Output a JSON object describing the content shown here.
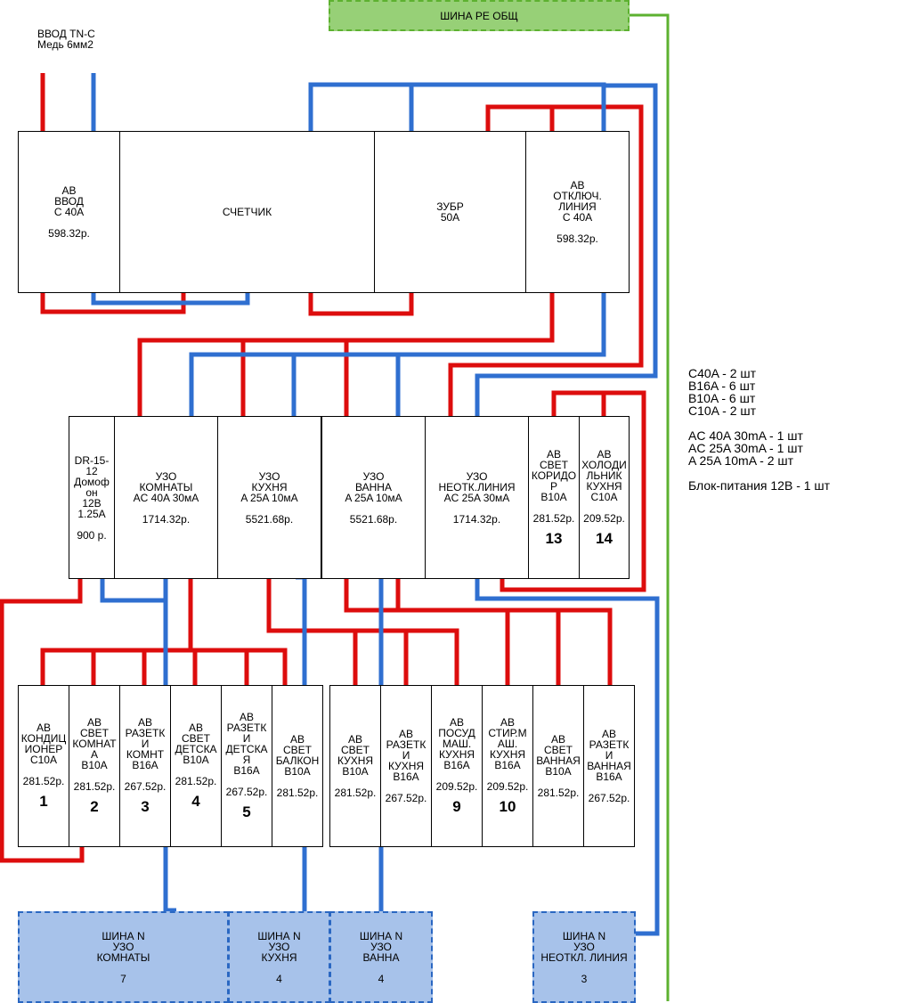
{
  "input_note": {
    "line1": "ВВОД TN-C",
    "line2": "Медь 6мм2"
  },
  "pe_bus": {
    "label": "ШИНА PE ОБЩ"
  },
  "top_row": [
    {
      "id": "ab_input",
      "label": "АВ\nВВОД\nС 40А",
      "price": "598.32р."
    },
    {
      "id": "meter",
      "label": "СЧЕТЧИК",
      "price": ""
    },
    {
      "id": "zubr",
      "label": "ЗУБР\n50А",
      "price": ""
    },
    {
      "id": "ab_disc",
      "label": "АВ\nОТКЛЮЧ.\nЛИНИЯ\nС 40А",
      "price": "598.32р."
    }
  ],
  "mid_row": [
    {
      "id": "psu",
      "label": "DR-15-\n12\nДомоф\nон\n12В\n1.25А",
      "price": "900 р.",
      "num": ""
    },
    {
      "id": "rcd_rooms",
      "label": "УЗО\nКОМНАТЫ\nAC 40A 30мА",
      "price": "1714.32р.",
      "num": ""
    },
    {
      "id": "rcd_kitchen",
      "label": "УЗО\nКУХНЯ\nA 25A 10мА",
      "price": "5521.68р.",
      "num": ""
    },
    {
      "id": "rcd_bath",
      "label": "УЗО\nВАННА\nA 25A 10мА",
      "price": "5521.68р.",
      "num": ""
    },
    {
      "id": "rcd_neotkl",
      "label": "УЗО\nНЕОТК.ЛИНИЯ\nAC 25A 30мА",
      "price": "1714.32р.",
      "num": ""
    },
    {
      "id": "ab_corridor",
      "label": "АВ\nСВЕТ\nКОРИДО\nР\nB10A",
      "price": "281.52р.",
      "num": "13"
    },
    {
      "id": "ab_fridge",
      "label": "АВ\nХОЛОДИ\nЛЬНИК\nКУХНЯ\nC10A",
      "price": "209.52р.",
      "num": "14"
    }
  ],
  "bottom_left": [
    {
      "id": "ab_cond",
      "label": "АВ\nКОНДИЦ\nИОНЕР\nC10A",
      "price": "281.52р.",
      "num": "1"
    },
    {
      "id": "ab_light_room",
      "label": "АВ\nСВЕТ\nКОМНАТ\nА\nB10A",
      "price": "281.52р.",
      "num": "2"
    },
    {
      "id": "ab_socket_room",
      "label": "АВ\nРАЗЕТК\nИ\nКОМНТ\nB16A",
      "price": "267.52р.",
      "num": "3"
    },
    {
      "id": "ab_light_child",
      "label": "АВ\nСВЕТ\nДЕТСКА\nB10A",
      "price": "281.52р.",
      "num": "4"
    },
    {
      "id": "ab_socket_child",
      "label": "АВ\nРАЗЕТК\nИ\nДЕТСКА\nЯ\nB16A",
      "price": "267.52р.",
      "num": "5"
    },
    {
      "id": "ab_light_balcony",
      "label": "АВ\nСВЕТ\nБАЛКОН\nB10A",
      "price": "281.52р.",
      "num": ""
    }
  ],
  "bottom_right": [
    {
      "id": "ab_light_kitchen",
      "label": "АВ\nСВЕТ\nКУХНЯ\nB10A",
      "price": "281.52р.",
      "num": ""
    },
    {
      "id": "ab_socket_kitchen",
      "label": "АВ\nРАЗЕТК\nИ\nКУХНЯ\nB16A",
      "price": "267.52р.",
      "num": ""
    },
    {
      "id": "ab_dishwasher",
      "label": "АВ\nПОСУД\nМАШ.\nКУХНЯ\nB16A",
      "price": "209.52р.",
      "num": "9"
    },
    {
      "id": "ab_washer",
      "label": "АВ\nСТИР.М\nАШ.\nКУХНЯ\nB16A",
      "price": "209.52р.",
      "num": "10"
    },
    {
      "id": "ab_light_bath",
      "label": "АВ\nСВЕТ\nВАННАЯ\nB10A",
      "price": "281.52р.",
      "num": ""
    },
    {
      "id": "ab_socket_bath",
      "label": "АВ\nРАЗЕТК\nИ\nВАННАЯ\nB16A",
      "price": "267.52р.",
      "num": ""
    }
  ],
  "n_buses": [
    {
      "id": "n_rooms",
      "label": "ШИНА N\nУЗО\nКОМНАТЫ",
      "count": "7"
    },
    {
      "id": "n_kitchen",
      "label": "ШИНА N\nУЗО\nКУХНЯ",
      "count": "4"
    },
    {
      "id": "n_bath",
      "label": "ШИНА N\nУЗО\nВАННА",
      "count": "4"
    },
    {
      "id": "n_neotkl",
      "label": "ШИНА N\nУЗО\nНЕОТКЛ. ЛИНИЯ",
      "count": "3"
    }
  ],
  "summary": [
    "C40A - 2 шт",
    "B16A - 6 шт",
    "B10A - 6 шт",
    "C10A - 2 шт",
    "",
    "AC 40A 30mA - 1 шт",
    "AC 25A 30mA - 1 шт",
    "A 25A 10mA - 2 шт",
    "",
    "Блок-питания 12В - 1 шт"
  ],
  "colors": {
    "phase": "#dd0d0d",
    "neutral": "#2f6fd0",
    "pe": "#5db130",
    "n_bus_fill": "#a7c2ea",
    "pe_bus_fill": "#97d077"
  }
}
